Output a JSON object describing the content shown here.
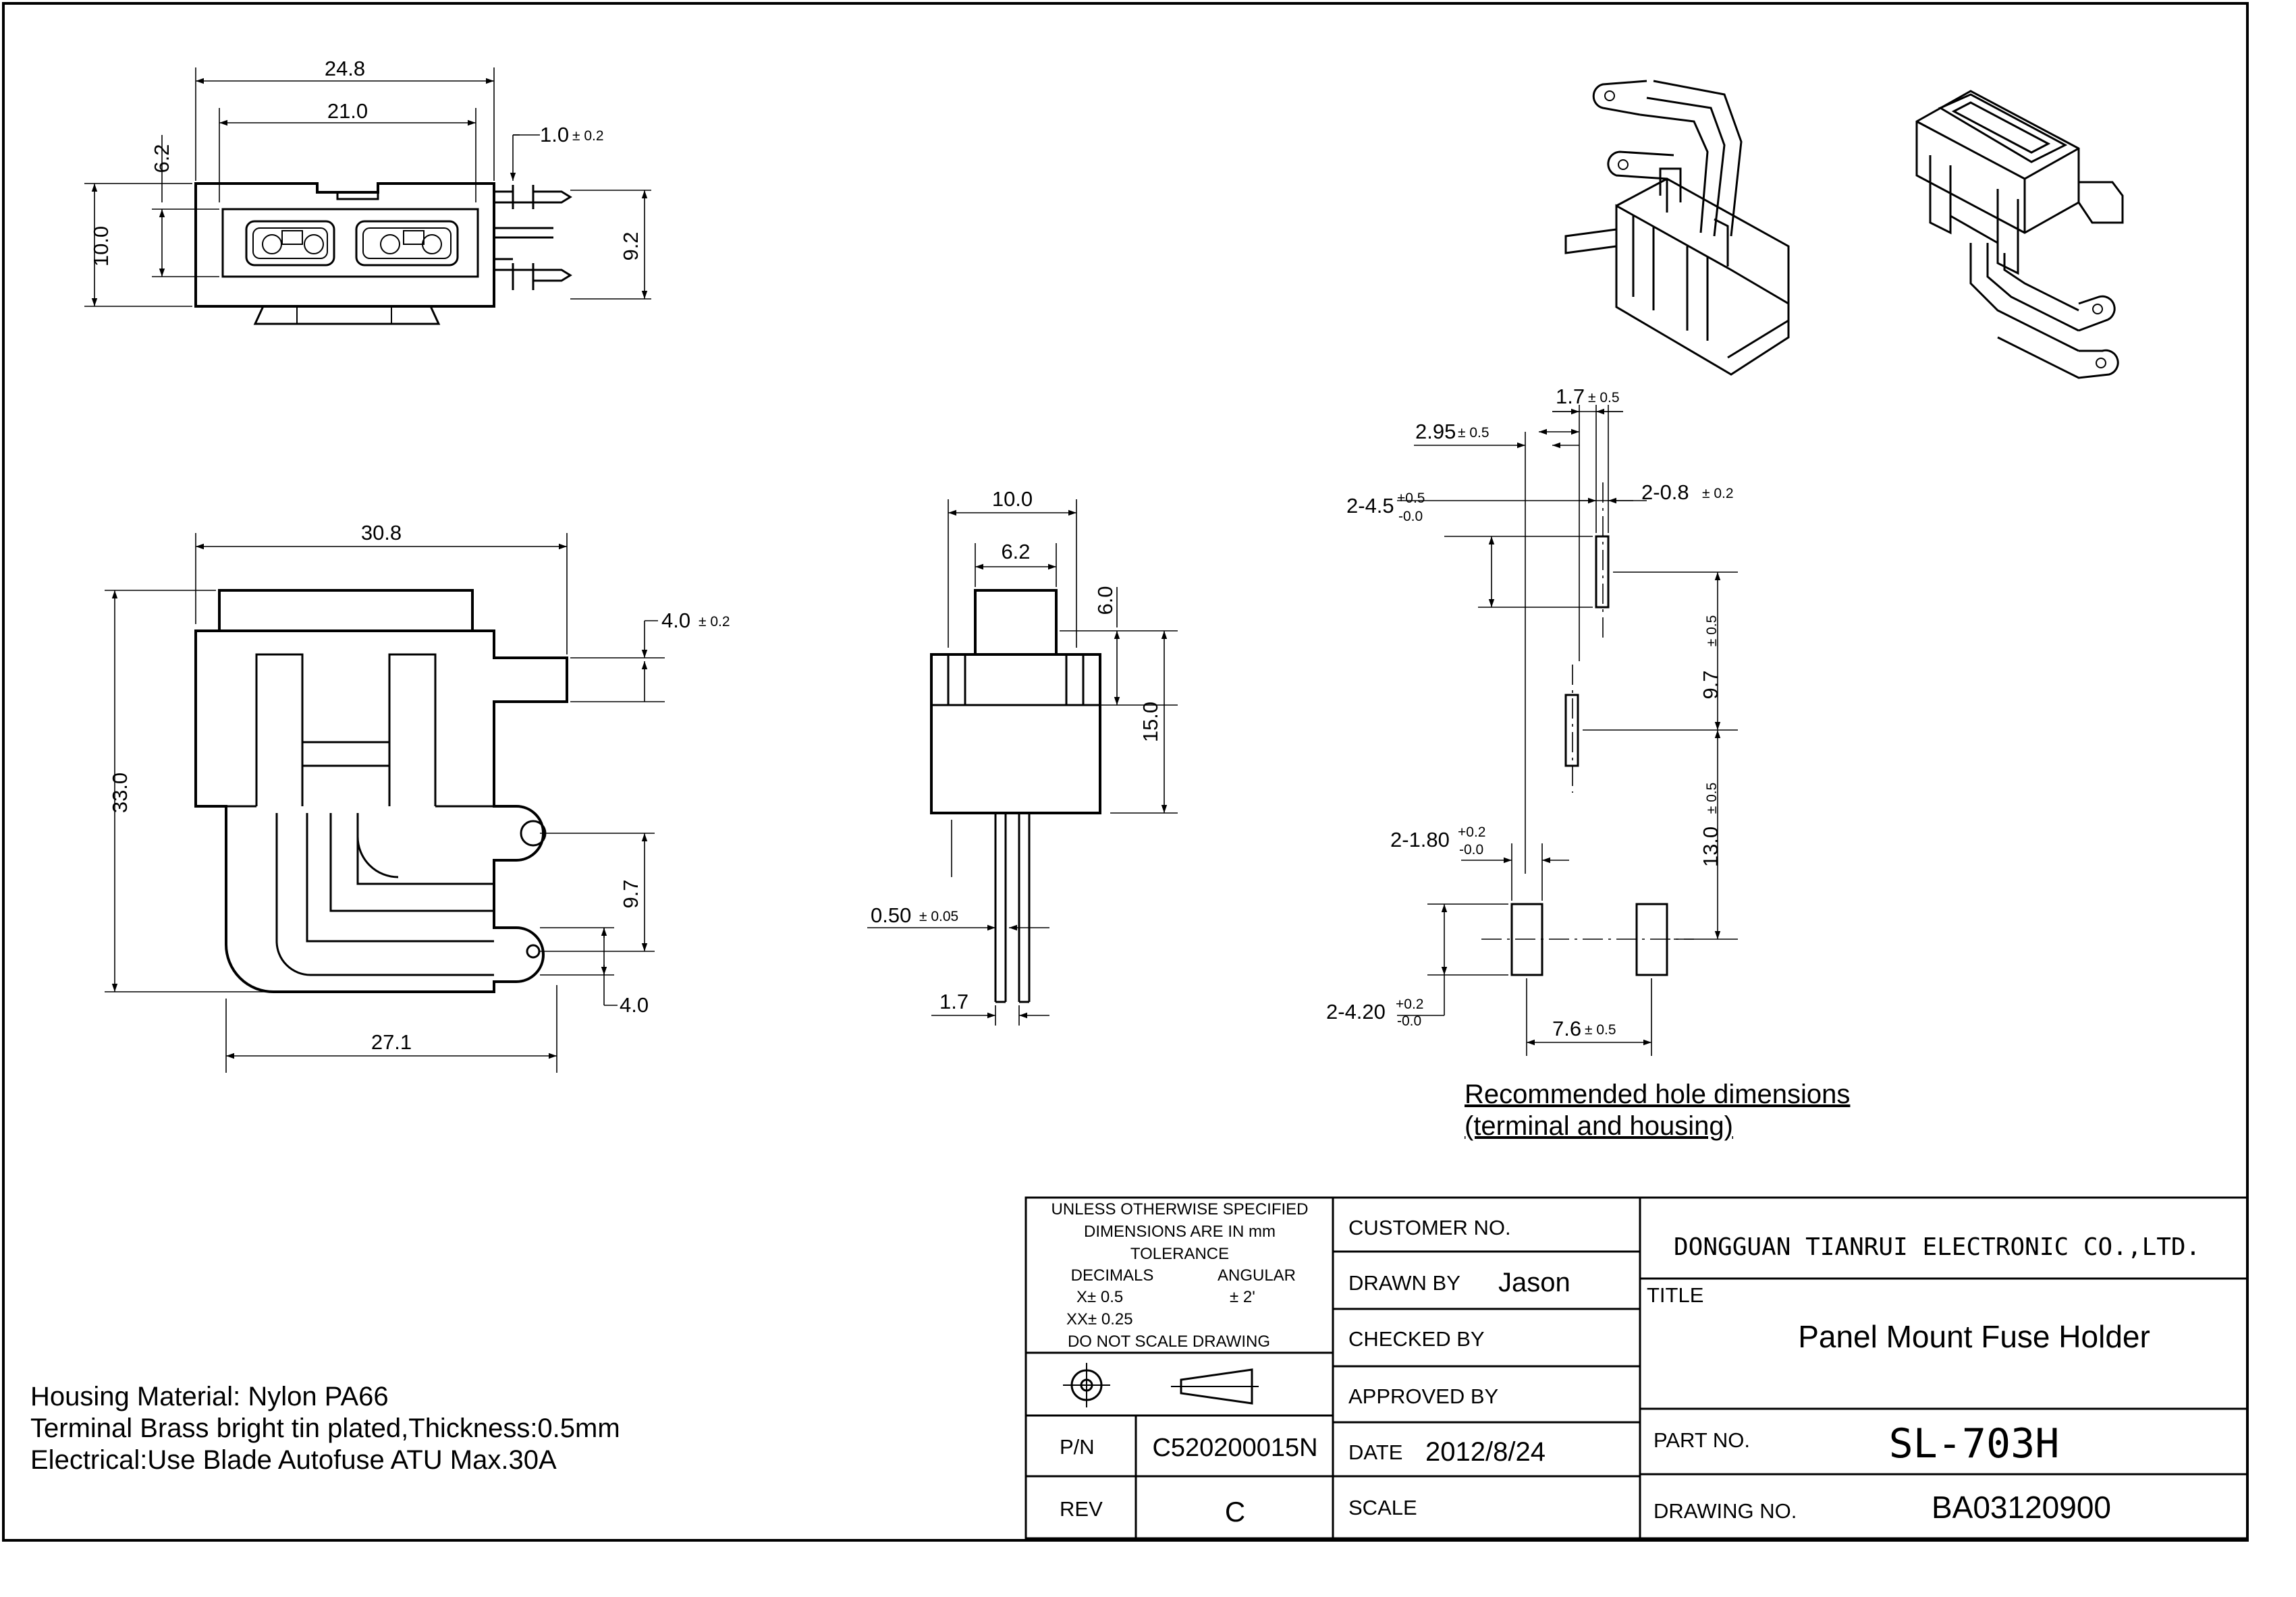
{
  "front_view": {
    "dims": {
      "w_overall": "24.8",
      "w_inner": "21.0",
      "h_top": "6.2",
      "h_total": "10.0",
      "h_right": "9.2",
      "pin_t": "1.0",
      "pin_t_tol": "± 0.2"
    }
  },
  "side_view": {
    "dims": {
      "w": "30.8",
      "h": "33.0",
      "bracket": "4.0",
      "bracket_tol": "± 0.2",
      "pitch": "9.7",
      "lower": "4.0",
      "base": "27.1"
    }
  },
  "end_view": {
    "dims": {
      "w": "10.0",
      "w_top": "6.2",
      "h_top": "6.0",
      "h_body": "15.0",
      "pin_t": "0.50",
      "pin_t_tol": "± 0.05",
      "pin_off": "1.7"
    }
  },
  "hole_layout": {
    "dims": {
      "d17": "1.7",
      "d17_tol": "± 0.5",
      "d295": "2.95",
      "d295_tol": "± 0.5",
      "d45": "2-4.5",
      "d45_up": "+0.5",
      "d45_lo": "-0.0",
      "d08": "2-0.8",
      "d08_tol": "± 0.2",
      "d97": "9.7",
      "d97_tol": "± 0.5",
      "d13": "13.0",
      "d13_tol": "± 0.5",
      "d180": "2-1.80",
      "d180_up": "+0.2",
      "d180_lo": "-0.0",
      "d420": "2-4.20",
      "d420_up": "+0.2",
      "d420_lo": "-0.0",
      "d76": "7.6",
      "d76_tol": "± 0.5"
    },
    "caption_1": "Recommended hole dimensions",
    "caption_2": "(terminal and housing)"
  },
  "notes": [
    "Housing Material: Nylon PA66",
    "Terminal Brass bright tin plated,Thickness:0.5mm",
    "Electrical:Use Blade Autofuse ATU Max.30A"
  ],
  "title_block": {
    "tolerance": {
      "line1": "UNLESS OTHERWISE SPECIFIED",
      "line2": "DIMENSIONS ARE IN mm",
      "line3": "TOLERANCE",
      "decimals": "DECIMALS",
      "angular": "ANGULAR",
      "x": "X±  0.5",
      "ang": "±  2'",
      "xx": "XX± 0.25",
      "dns": "DO NOT SCALE DRAWING"
    },
    "pn_label": "P/N",
    "pn_value": "C520200015N",
    "rev_label": "REV",
    "rev_value": "C",
    "customer_no_label": "CUSTOMER NO.",
    "drawn_by_label": "DRAWN BY",
    "drawn_by_value": "Jason",
    "checked_by_label": "CHECKED BY",
    "approved_by_label": "APPROVED BY",
    "date_label": "DATE",
    "date_value": "2012/8/24",
    "scale_label": "SCALE",
    "company": "DONGGUAN TIANRUI ELECTRONIC CO.,LTD.",
    "title_label": "TITLE",
    "title_value": "Panel Mount Fuse Holder",
    "part_no_label": "PART NO.",
    "part_no_value": "SL-703H",
    "drawing_no_label": "DRAWING NO.",
    "drawing_no_value": "BA03120900"
  }
}
